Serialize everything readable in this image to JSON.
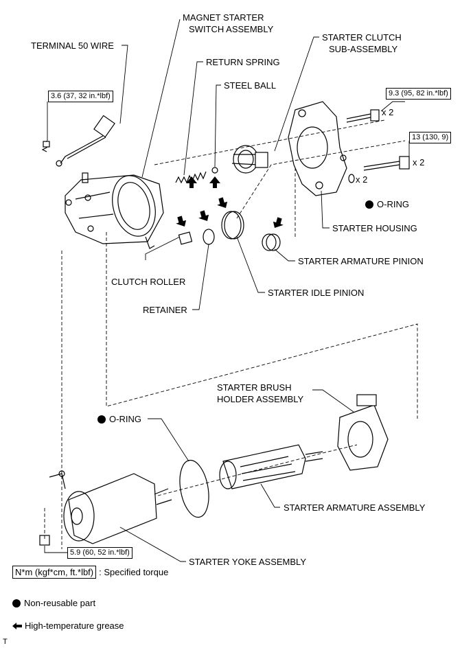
{
  "labels": {
    "magnet_starter": "MAGNET STARTER",
    "switch_assembly": "SWITCH ASSEMBLY",
    "terminal_50_wire": "TERMINAL 50 WIRE",
    "return_spring": "RETURN SPRING",
    "steel_ball": "STEEL BALL",
    "starter_clutch": "STARTER CLUTCH",
    "sub_assembly": "SUB-ASSEMBLY",
    "o_ring": "O-RING",
    "starter_housing": "STARTER HOUSING",
    "starter_armature_pinion": "STARTER ARMATURE PINION",
    "clutch_roller": "CLUTCH ROLLER",
    "retainer": "RETAINER",
    "starter_idle_pinion": "STARTER IDLE PINION",
    "starter_brush": "STARTER BRUSH",
    "holder_assembly": "HOLDER ASSEMBLY",
    "starter_armature_assembly": "STARTER ARMATURE ASSEMBLY",
    "starter_yoke_assembly": "STARTER YOKE ASSEMBLY"
  },
  "torques": {
    "terminal_nut": "3.6 (37, 32 in.*lbf)",
    "through_bolt_1": "9.3 (95, 82 in.*lbf)",
    "through_bolt_2": "13 (130, 9)",
    "yoke_nut": "5.9 (60, 52 in.*lbf)"
  },
  "quantities": {
    "bolt_1": "x 2",
    "bolt_2": "x 2",
    "o_ring": "x 2"
  },
  "legend": {
    "torque_unit": "N*m (kgf*cm, ft.*lbf)",
    "torque_desc": ": Specified torque",
    "nonreusable": "Non-reusable part",
    "grease": "High-temperature grease"
  },
  "corner_mark": "T"
}
